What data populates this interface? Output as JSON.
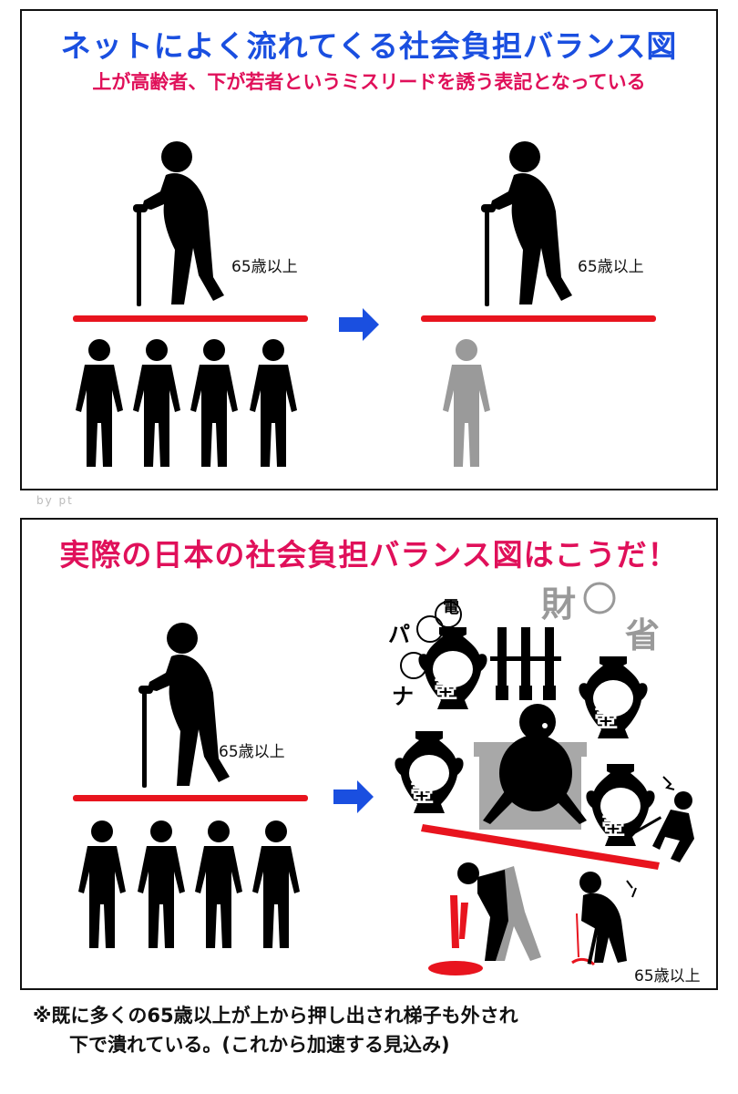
{
  "top_panel": {
    "title": "ネットによく流れてくる社会負担バランス図",
    "subtitle": "上が高齢者、下が若者というミスリードを誘う表記となっている",
    "label_left": "65歳以上",
    "label_right": "65歳以上"
  },
  "credit": "by pt",
  "bottom_panel": {
    "title": "実際の日本の社会負担バランス図はこうだ！",
    "label_left": "65歳以上",
    "label_right": "65歳以上",
    "pot_char": "壺",
    "zai_char": "財",
    "sho_char": "省",
    "den_char": "電",
    "pa_char": "パ",
    "na_char": "ナ"
  },
  "footnote": {
    "line1": "※既に多くの65歳以上が上から押し出され梯子も外され",
    "line2": "下で潰れている。(これから加速する見込み)"
  },
  "colors": {
    "blue": "#1a4fe0",
    "pink": "#e0105a",
    "red": "#e8141e",
    "gray": "#9a9a9a"
  }
}
